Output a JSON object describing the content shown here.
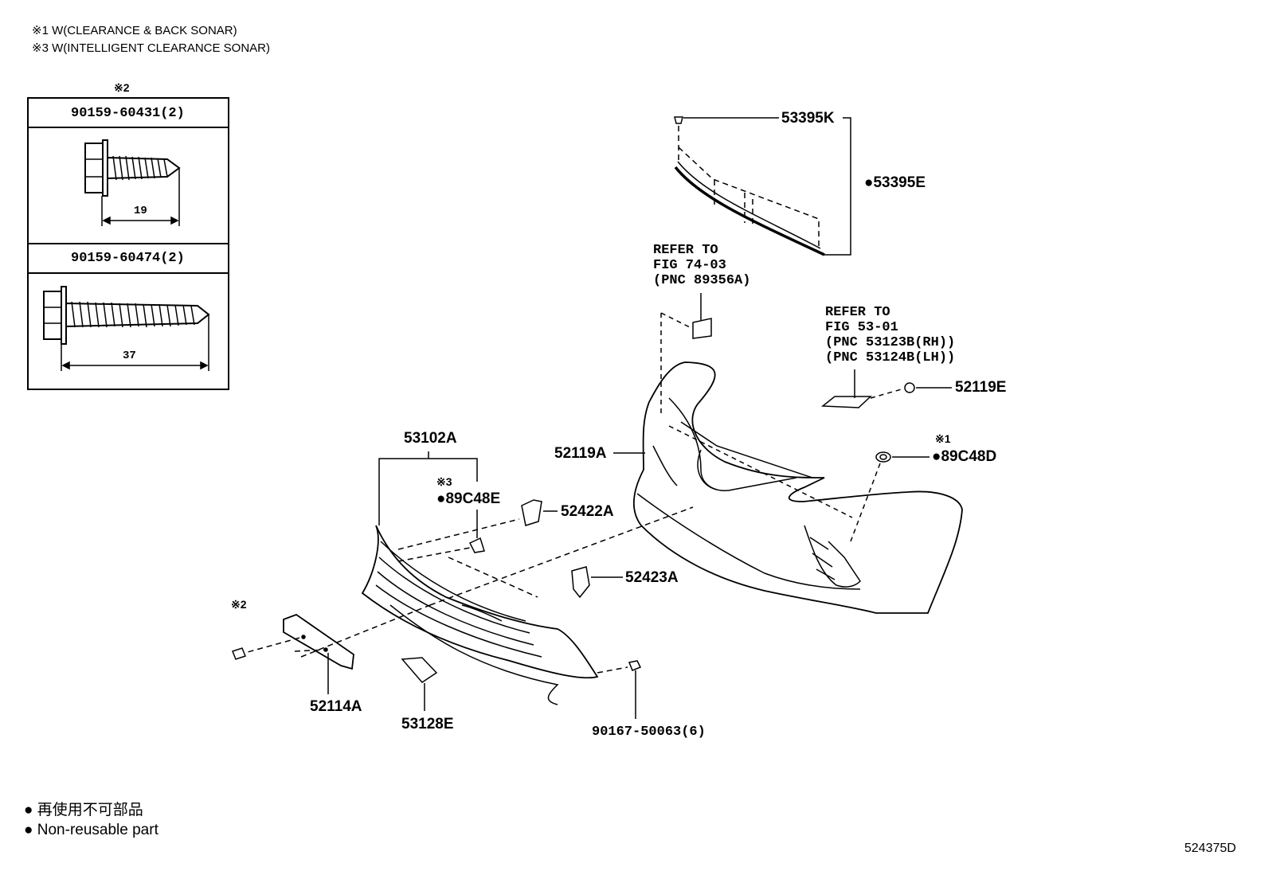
{
  "notes": {
    "note1": "※1 W(CLEARANCE & BACK SONAR)",
    "note3": "※3 W(INTELLIGENT CLEARANCE SONAR)"
  },
  "detail_box": {
    "mark": "※2",
    "screw1_part": "90159-60431(2)",
    "screw1_length": "19",
    "screw2_part": "90159-60474(2)",
    "screw2_length": "37"
  },
  "parts": {
    "p53395K": "53395K",
    "p53395E": "53395E",
    "p52119E": "52119E",
    "p89C48D": "89C48D",
    "p52119A": "52119A",
    "p53102A": "53102A",
    "p89C48E": "89C48E",
    "p52422A": "52422A",
    "p52423A": "52423A",
    "p52114A": "52114A",
    "p53128E": "53128E",
    "p90167": "90167-50063(6)"
  },
  "marks": {
    "m1": "※1",
    "m3": "※3",
    "m2": "※2"
  },
  "refs": {
    "ref1_l1": "REFER TO",
    "ref1_l2": "FIG 74-03",
    "ref1_l3": "(PNC 89356A)",
    "ref2_l1": "REFER TO",
    "ref2_l2": "FIG 53-01",
    "ref2_l3": "(PNC 53123B(RH))",
    "ref2_l4": "(PNC 53124B(LH))"
  },
  "legend": {
    "jp": "再使用不可部品",
    "en": "Non-reusable part"
  },
  "figure_id": "524375D"
}
